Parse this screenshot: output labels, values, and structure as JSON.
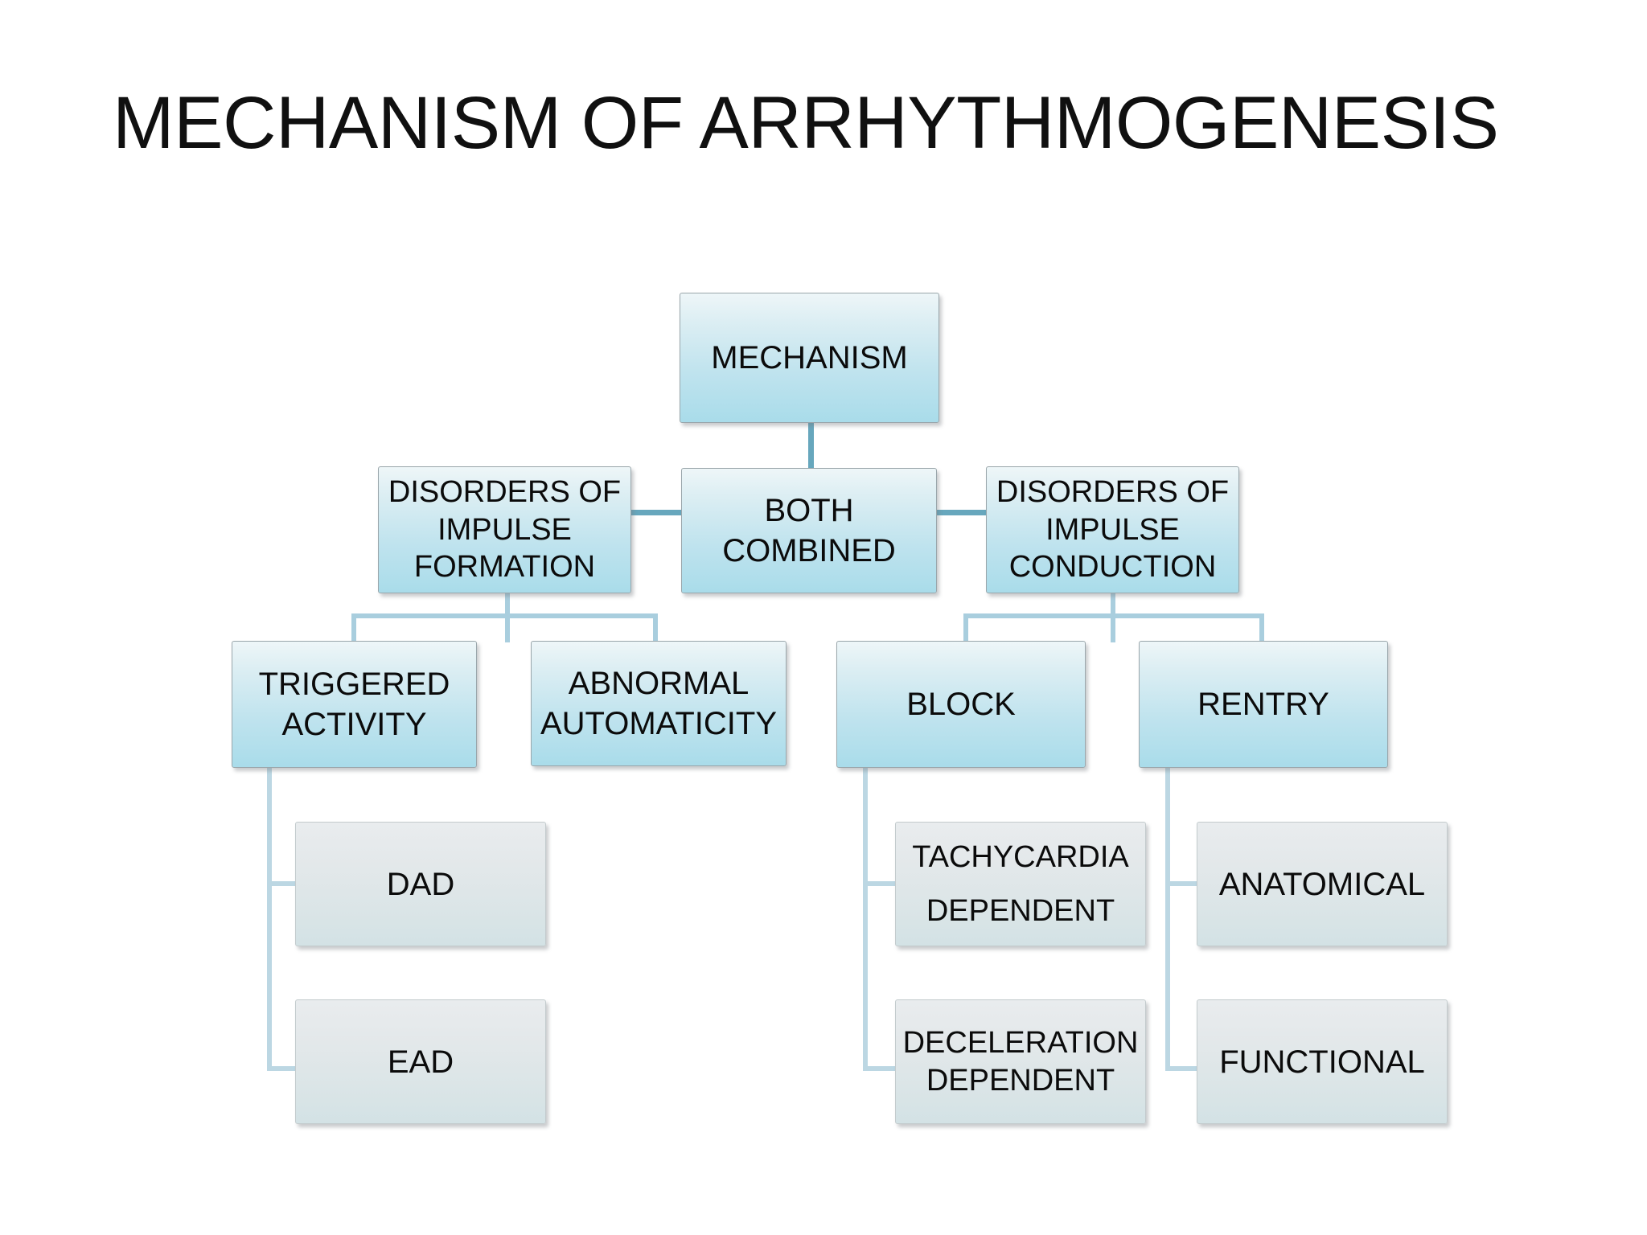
{
  "slide": {
    "title": "MECHANISM OF ARRHYTHMOGENESIS",
    "background_color": "#FFFFFF",
    "title_color": "#101010",
    "node_fill_primary": "#A9DCEA",
    "node_fill_leaf": "#DDE5E8",
    "connector_color_top": "#67A7BD",
    "connector_color_lower": "#A9CEDE"
  },
  "diagram": {
    "type": "hierarchy-tree",
    "root": {
      "id": "mechanism",
      "label": "MECHANISM"
    },
    "level2": [
      {
        "id": "impulse-formation",
        "label": "DISORDERS OF\nIMPULSE\nFORMATION"
      },
      {
        "id": "both-combined",
        "label": "BOTH\nCOMBINED"
      },
      {
        "id": "impulse-conduction",
        "label": "DISORDERS OF\nIMPULSE\nCONDUCTION"
      }
    ],
    "level3": [
      {
        "id": "triggered-activity",
        "label": "TRIGGERED\nACTIVITY",
        "parent": "impulse-formation"
      },
      {
        "id": "abnormal-automaticity",
        "label": "ABNORMAL\nAUTOMATICITY",
        "parent": "impulse-formation"
      },
      {
        "id": "block",
        "label": "BLOCK",
        "parent": "impulse-conduction"
      },
      {
        "id": "rentry",
        "label": "RENTRY",
        "parent": "impulse-conduction"
      }
    ],
    "level4": [
      {
        "id": "dad",
        "label": "DAD",
        "parent": "triggered-activity"
      },
      {
        "id": "ead",
        "label": "EAD",
        "parent": "triggered-activity"
      },
      {
        "id": "tachycardia-dependent",
        "label": "TACHYCARDIA\nDEPENDENT",
        "parent": "block"
      },
      {
        "id": "deceleration-dependent",
        "label": "DECELERATION\nDEPENDENT",
        "parent": "block"
      },
      {
        "id": "anatomical",
        "label": "ANATOMICAL",
        "parent": "rentry"
      },
      {
        "id": "functional",
        "label": "FUNCTIONAL",
        "parent": "rentry"
      }
    ]
  }
}
